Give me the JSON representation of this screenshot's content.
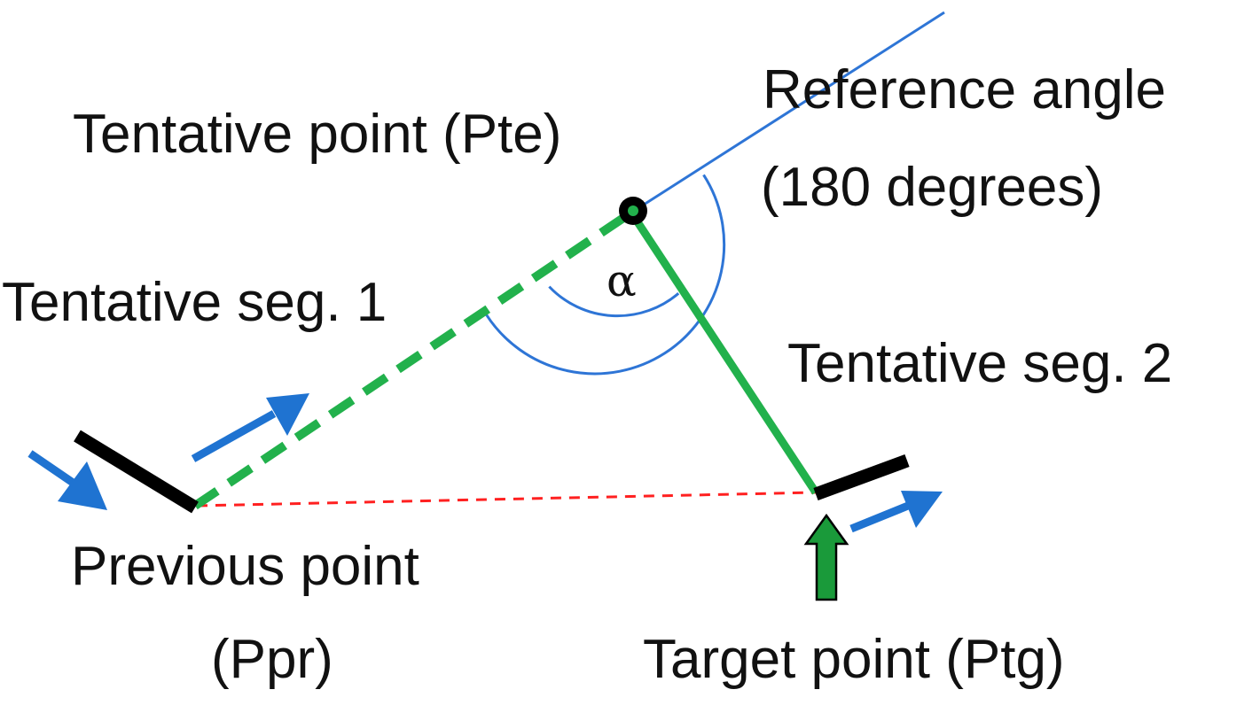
{
  "labels": {
    "tentative_point": "Tentative point (Pte)",
    "reference_angle_line1": "Reference angle",
    "reference_angle_line2": "(180 degrees)",
    "tentative_seg1": "Tentative seg. 1",
    "tentative_seg2": "Tentative seg. 2",
    "previous_point_line1": "Previous point",
    "previous_point_line2": "(Ppr)",
    "target_point": "Target point (Ptg)",
    "angle_symbol": "α"
  },
  "colors": {
    "segment_green": "#22b14c",
    "reference_blue": "#2e75d6",
    "arrow_blue": "#1f73d1",
    "baseline_red": "#ff2020",
    "path_black": "#000000",
    "target_arrow_green": "#1a9a3a"
  }
}
